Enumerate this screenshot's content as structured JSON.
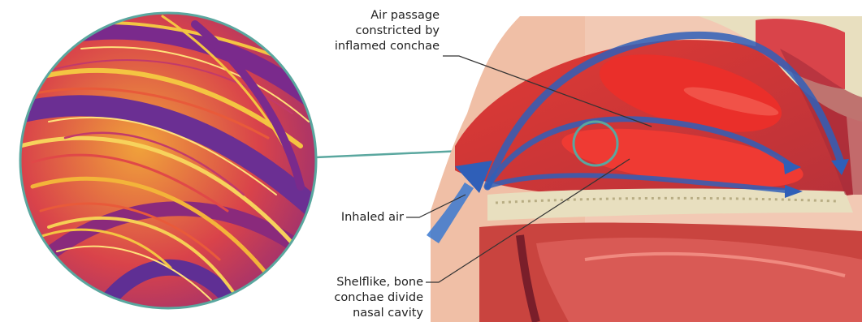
{
  "labels": {
    "air_passage": [
      "Air passage",
      "constricted by",
      "inflamed conchae"
    ],
    "inhaled_air": "Inhaled air",
    "conchae": [
      "Shelflike, bone",
      "conchae divide",
      "nasal cavity"
    ]
  },
  "colors": {
    "background": "#ffffff",
    "label_text": "#222222",
    "leader_line": "#333333",
    "magnifier_ring": "#5aa79f",
    "airflow_arrow": "#2f5fb8",
    "inflamed_tissue": "#e8332e",
    "mucosa": "#c9443f",
    "bone": "#e8dfbf",
    "skin": "#f2c9b4"
  },
  "icons": {
    "magnifier": "magnified-tissue-circle",
    "arrow": "airflow-arrow"
  }
}
